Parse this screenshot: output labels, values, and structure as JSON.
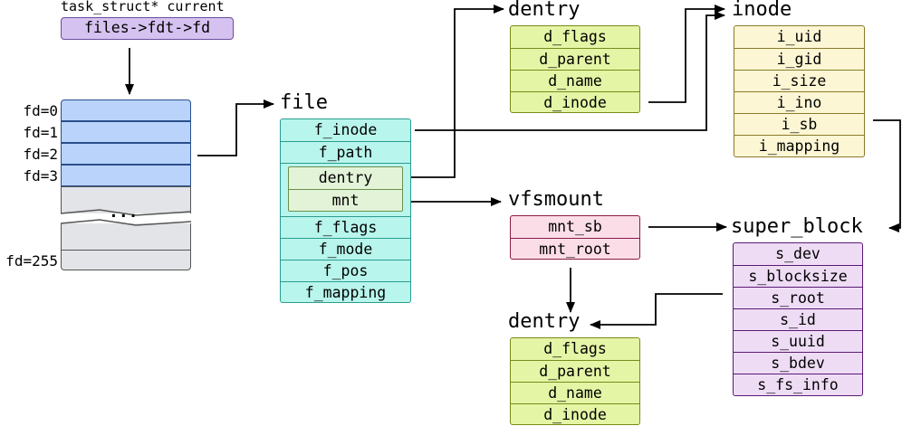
{
  "current": {
    "label": "task_struct* current",
    "expr": "files->fdt->fd"
  },
  "fd_table": {
    "labels": [
      "fd=0",
      "fd=1",
      "fd=2",
      "fd=3"
    ],
    "ellipsis": "...",
    "last_label": "fd=255"
  },
  "file": {
    "title": "file",
    "fields_top": [
      "f_inode",
      "f_path"
    ],
    "path_fields": [
      "dentry",
      "mnt"
    ],
    "fields_bottom": [
      "f_flags",
      "f_mode",
      "f_pos",
      "f_mapping"
    ]
  },
  "dentry_top": {
    "title": "dentry",
    "fields": [
      "d_flags",
      "d_parent",
      "d_name",
      "d_inode"
    ]
  },
  "inode": {
    "title": "inode",
    "fields": [
      "i_uid",
      "i_gid",
      "i_size",
      "i_ino",
      "i_sb",
      "i_mapping"
    ]
  },
  "vfsmount": {
    "title": "vfsmount",
    "fields": [
      "mnt_sb",
      "mnt_root"
    ]
  },
  "super_block": {
    "title": "super_block",
    "fields": [
      "s_dev",
      "s_blocksize",
      "s_root",
      "s_id",
      "s_uuid",
      "s_bdev",
      "s_fs_info"
    ]
  },
  "dentry_bottom": {
    "title": "dentry",
    "fields": [
      "d_flags",
      "d_parent",
      "d_name",
      "d_inode"
    ]
  }
}
